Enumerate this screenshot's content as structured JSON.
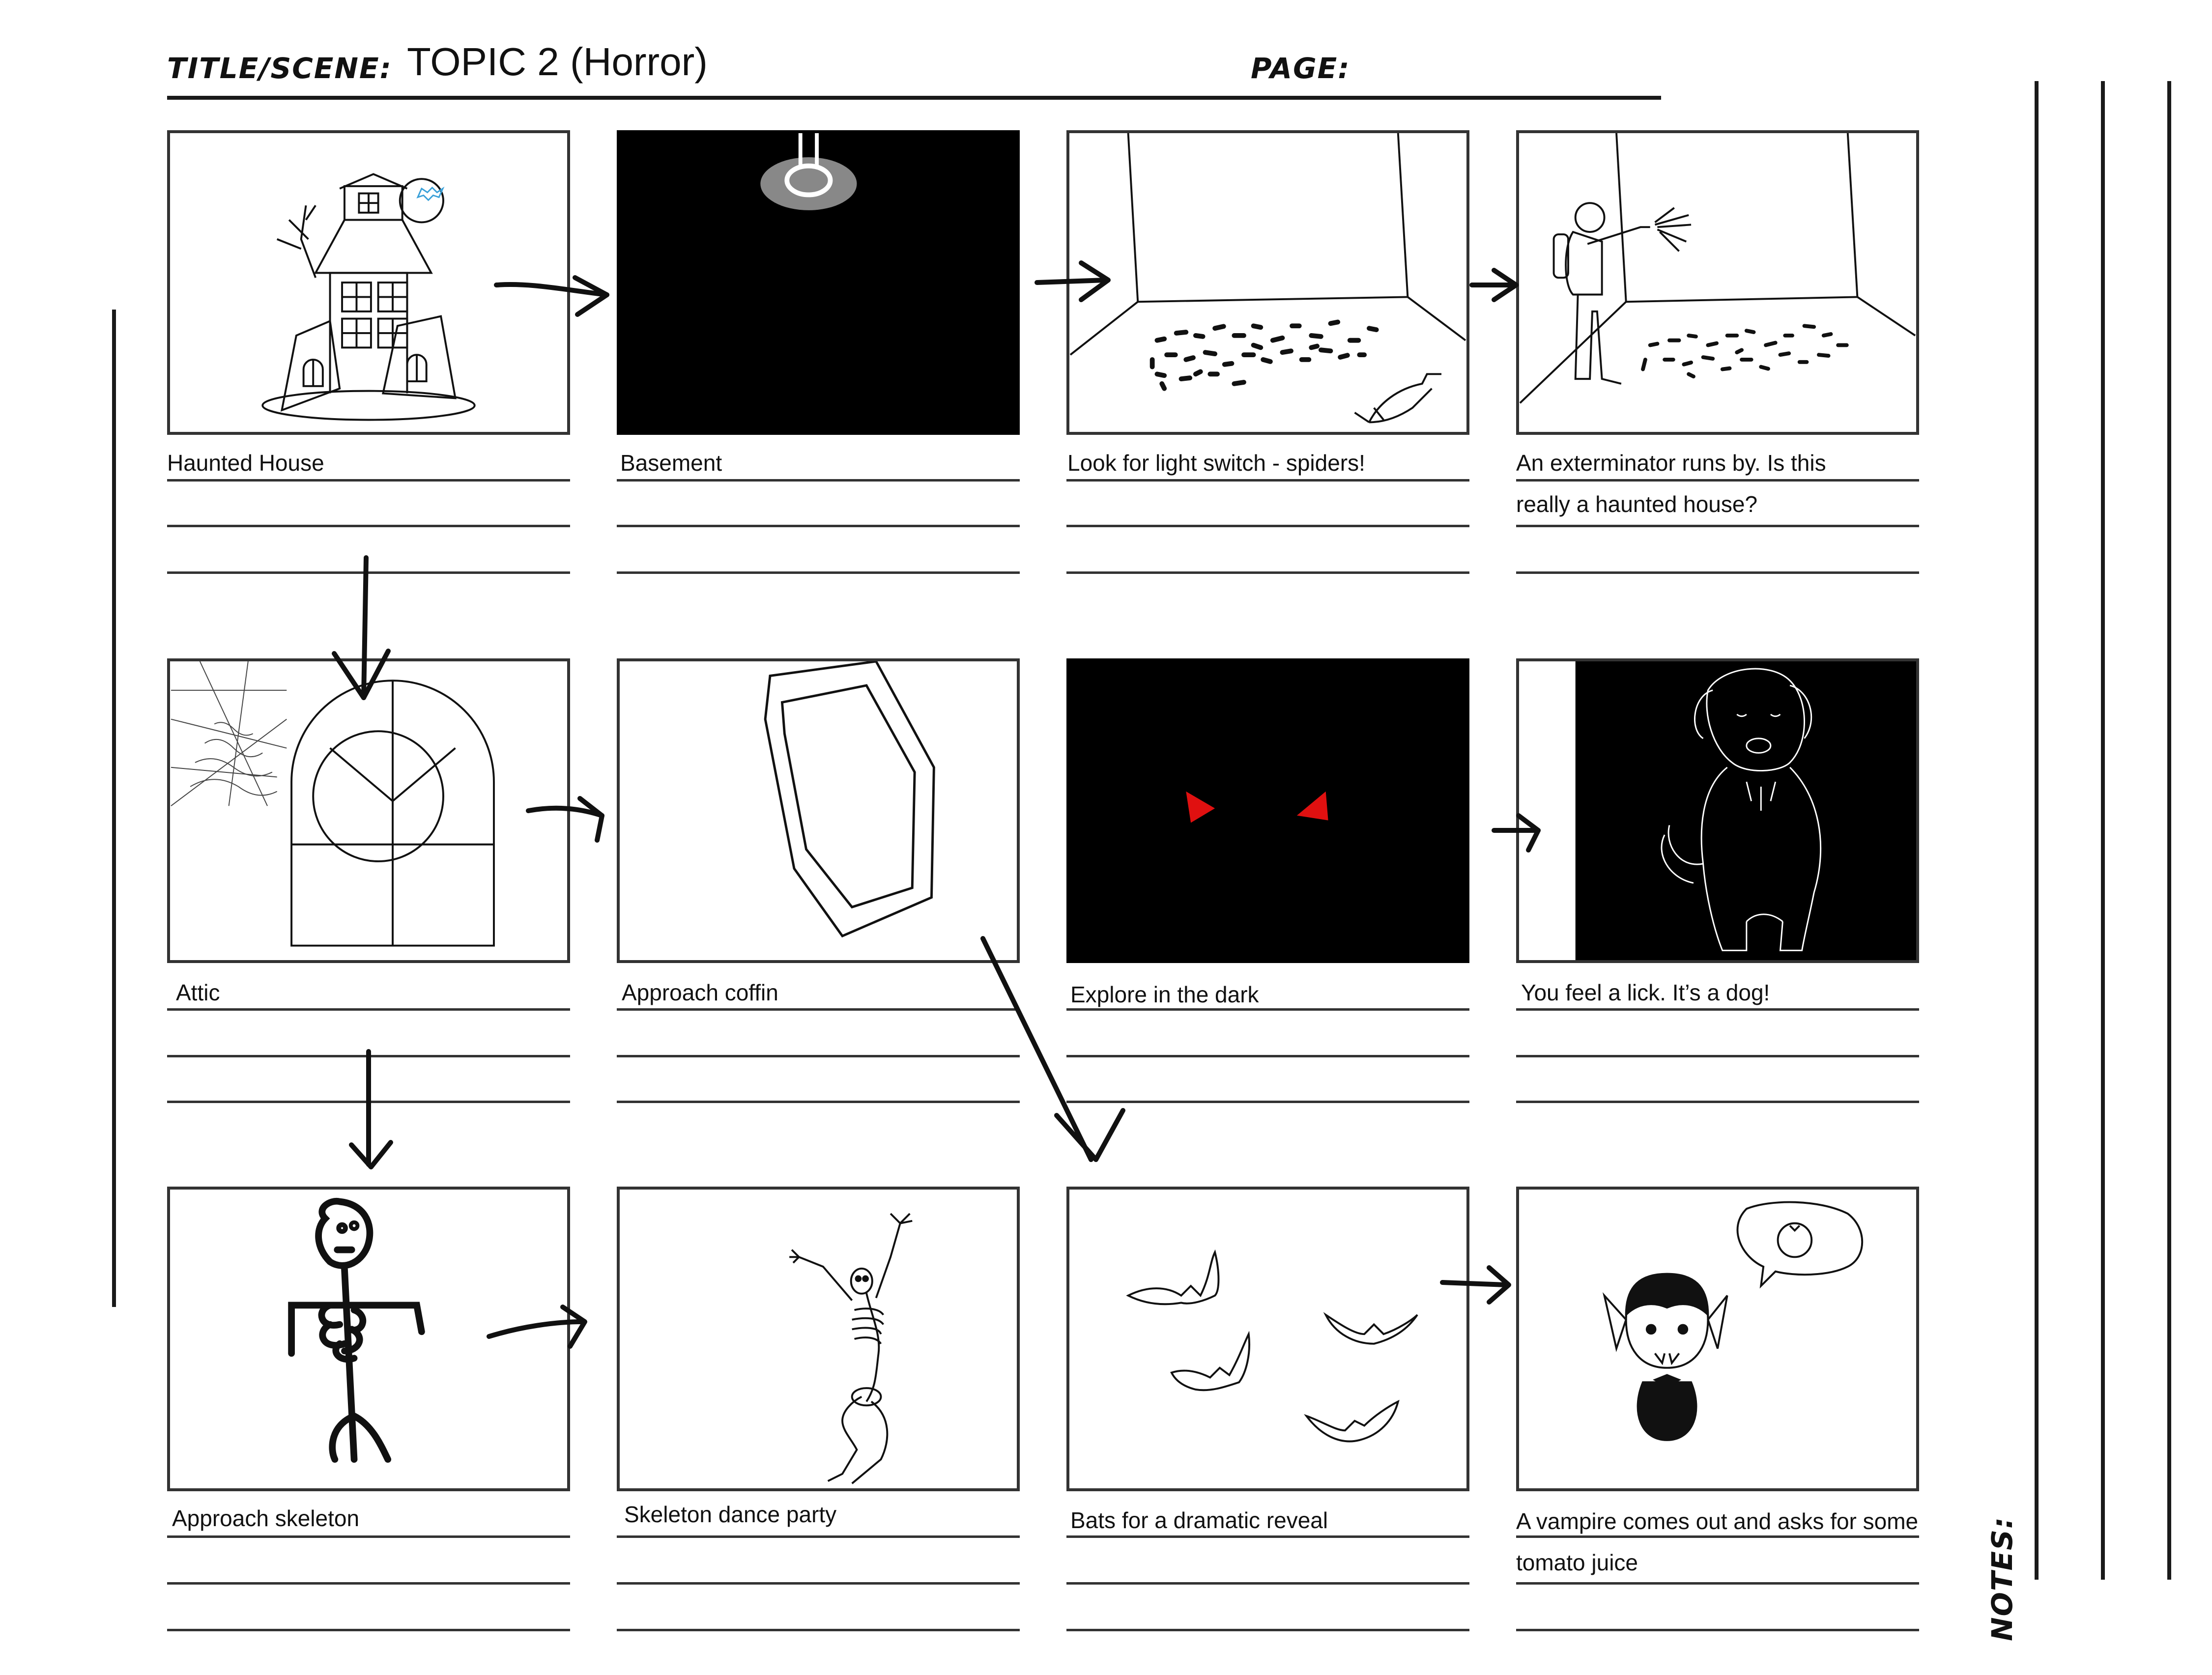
{
  "header": {
    "title_label": "TITLE/SCENE:",
    "title_value": "TOPIC 2 (Horror)",
    "page_label": "PAGE:",
    "page_value": ""
  },
  "panels": [
    {
      "id": "p1",
      "caption_lines": [
        "Haunted House"
      ]
    },
    {
      "id": "p2",
      "caption_lines": [
        "Basement"
      ]
    },
    {
      "id": "p3",
      "caption_lines": [
        "Look for light switch - spiders!"
      ]
    },
    {
      "id": "p4",
      "caption_lines": [
        "An exterminator runs by. Is this",
        "really a haunted house?"
      ]
    },
    {
      "id": "p5",
      "caption_lines": [
        "Attic"
      ]
    },
    {
      "id": "p6",
      "caption_lines": [
        "Approach coffin"
      ]
    },
    {
      "id": "p7",
      "caption_lines": [
        "Explore in the dark"
      ]
    },
    {
      "id": "p8",
      "caption_lines": [
        "You feel a lick. It’s a dog!"
      ]
    },
    {
      "id": "p9",
      "caption_lines": [
        "Approach skeleton"
      ]
    },
    {
      "id": "p10",
      "caption_lines": [
        "Skeleton dance party"
      ]
    },
    {
      "id": "p11",
      "caption_lines": [
        "Bats for a dramatic reveal"
      ]
    },
    {
      "id": "p12",
      "caption_lines": [
        "A vampire comes out and asks for some",
        "tomato juice"
      ]
    }
  ],
  "notes_label": "NOTES:",
  "colors": {
    "ink": "#111111",
    "eyes": "#e01010",
    "black_panel": "#000000"
  }
}
